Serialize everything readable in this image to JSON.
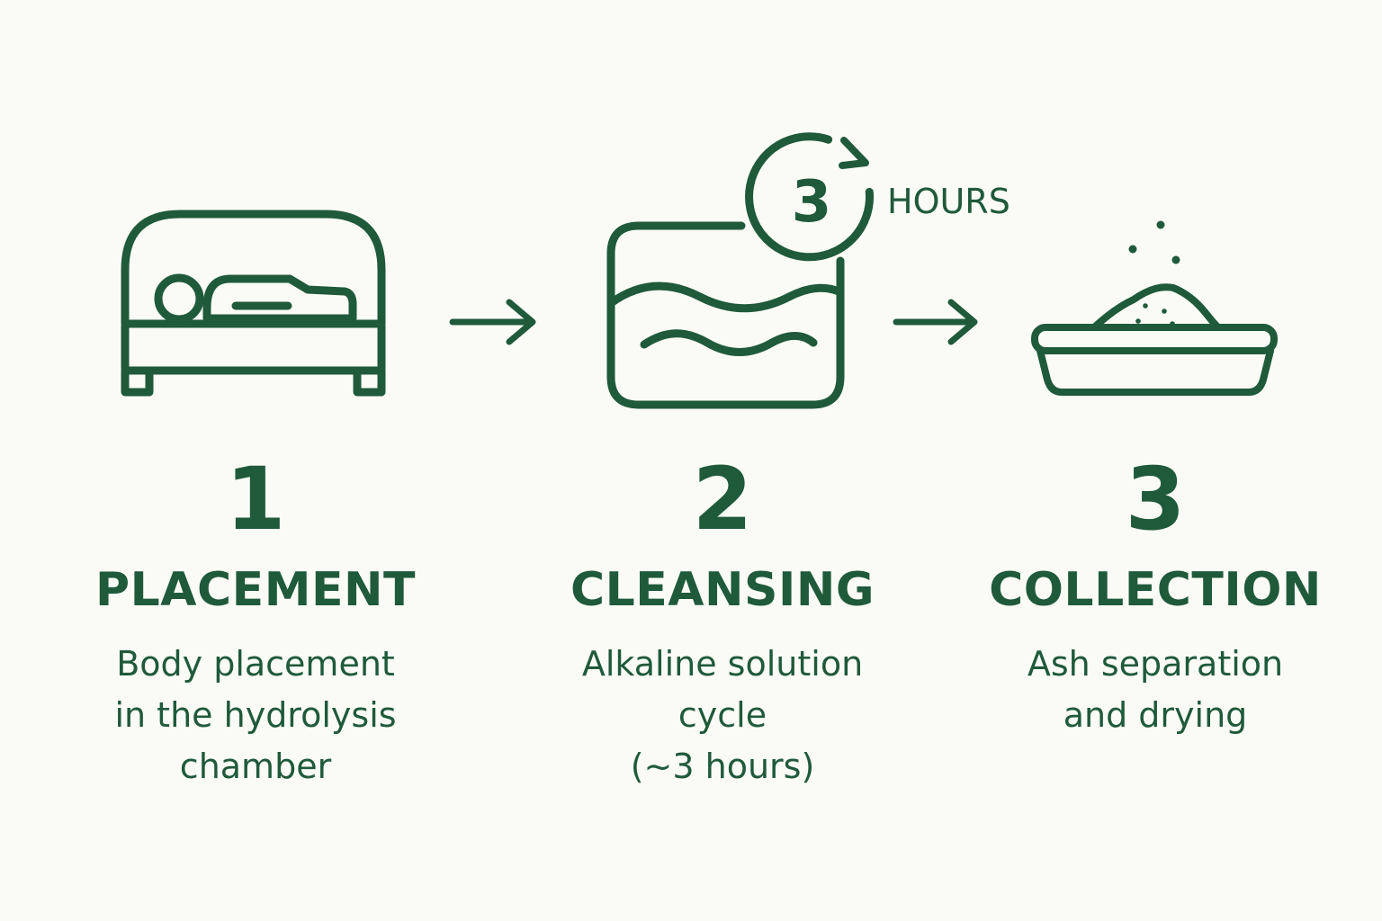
{
  "colors": {
    "background": "#fbfbf6",
    "accent": "#1f5a3a"
  },
  "steps": [
    {
      "number": "1",
      "title": "PLACEMENT",
      "description": "Body placement\nin the hydrolysis\nchamber",
      "icon": "bed-chamber-icon"
    },
    {
      "number": "2",
      "title": "CLEANSING",
      "description": "Alkaline solution cycle\n(~3 hours)",
      "icon": "water-tank-icon"
    },
    {
      "number": "3",
      "title": "COLLECTION",
      "description": "Ash separation\nand drying",
      "icon": "ash-tray-icon"
    }
  ],
  "timer": {
    "value": "3",
    "unit": "HOURS",
    "icon": "timer-cycle-icon"
  },
  "arrows": [
    "arrow-right-icon",
    "arrow-right-icon"
  ]
}
